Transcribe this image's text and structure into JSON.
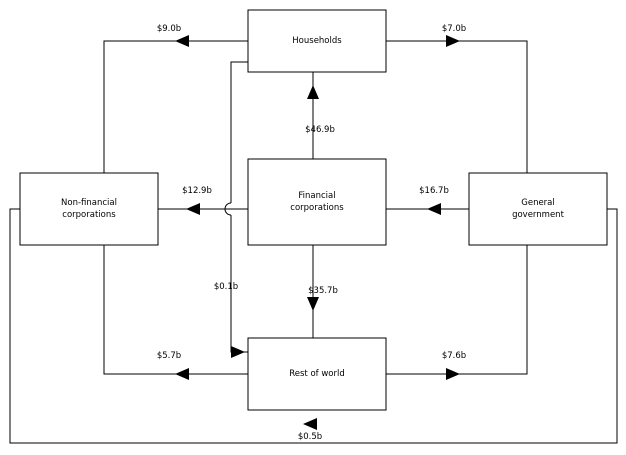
{
  "diagram": {
    "type": "flow-diagram",
    "units": "billions of dollars",
    "nodes": [
      {
        "id": "households",
        "line1": "Households",
        "line2": ""
      },
      {
        "id": "non-financial-corporations",
        "line1": "Non-financial",
        "line2": "corporations"
      },
      {
        "id": "financial-corporations",
        "line1": "Financial",
        "line2": "corporations"
      },
      {
        "id": "general-government",
        "line1": "General",
        "line2": "government"
      },
      {
        "id": "rest-of-world",
        "line1": "Rest of world",
        "line2": ""
      }
    ],
    "flows": [
      {
        "id": "households-to-non-financial",
        "label": "$9.0b",
        "from": "households",
        "to": "non-financial-corporations"
      },
      {
        "id": "households-to-general-government",
        "label": "$7.0b",
        "from": "households",
        "to": "general-government"
      },
      {
        "id": "financial-to-households",
        "label": "$46.9b",
        "from": "financial-corporations",
        "to": "households"
      },
      {
        "id": "financial-to-non-financial",
        "label": "$12.9b",
        "from": "financial-corporations",
        "to": "non-financial-corporations"
      },
      {
        "id": "general-government-to-financial",
        "label": "$16.7b",
        "from": "general-government",
        "to": "financial-corporations"
      },
      {
        "id": "households-to-rest-of-world",
        "label": "$0.1b",
        "from": "households",
        "to": "rest-of-world"
      },
      {
        "id": "rest-of-world-to-financial",
        "label": "$35.7b",
        "from": "rest-of-world",
        "to": "financial-corporations"
      },
      {
        "id": "rest-of-world-to-non-financial",
        "label": "$5.7b",
        "from": "rest-of-world",
        "to": "non-financial-corporations"
      },
      {
        "id": "rest-of-world-to-general-government",
        "label": "$7.6b",
        "from": "rest-of-world",
        "to": "general-government"
      },
      {
        "id": "general-government-to-non-financial-bottom",
        "label": "$0.5b",
        "from": "general-government",
        "to": "non-financial-corporations"
      }
    ],
    "colors": {
      "stroke": "#000000",
      "background": "#ffffff",
      "text": "#000000"
    }
  }
}
